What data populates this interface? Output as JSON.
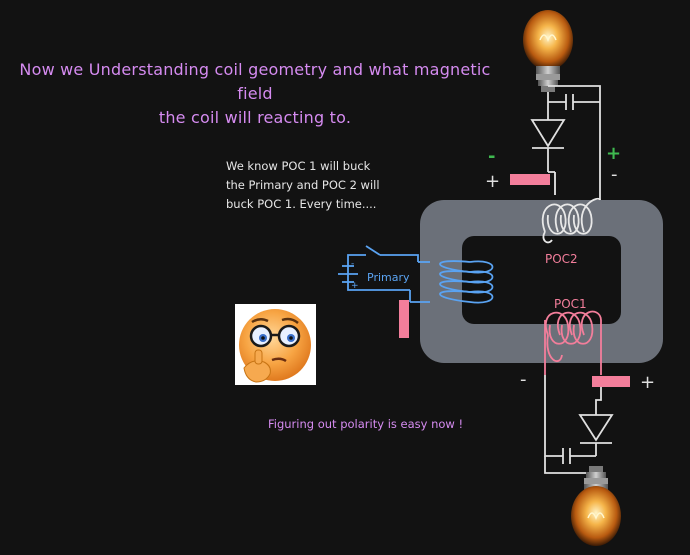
{
  "heading_line1": "Now we Understanding coil geometry and what magnetic field",
  "heading_line2": "the coil will reacting to.",
  "note_line1": "We know POC 1 will buck",
  "note_line2": "the Primary and POC 2 will",
  "note_line3": "buck POC 1. Every time....",
  "footer": "Figuring out polarity is easy now !",
  "labels": {
    "primary": "Primary",
    "poc2": "POC2",
    "poc1": "POC1",
    "battery_minus": "-",
    "battery_plus": "+"
  },
  "polarity": {
    "top_left_minus": "-",
    "top_left_plus": "+",
    "top_right_plus": "+",
    "top_right_minus": "-",
    "bottom_left_minus": "-",
    "bottom_right_plus": "+"
  },
  "colors": {
    "background": "#121212",
    "core": "#6b7079",
    "heading_purple": "#d58bf0",
    "primary_coil_blue": "#5aa3f2",
    "poc_coil_pink": "#f37e9b",
    "wire_white": "#e0e0e0",
    "polarity_green": "#3fb950"
  },
  "icons": {
    "top_bulb": "light-bulb-icon",
    "bottom_bulb": "light-bulb-icon",
    "thinking_face": "thinking-emoji-icon"
  }
}
